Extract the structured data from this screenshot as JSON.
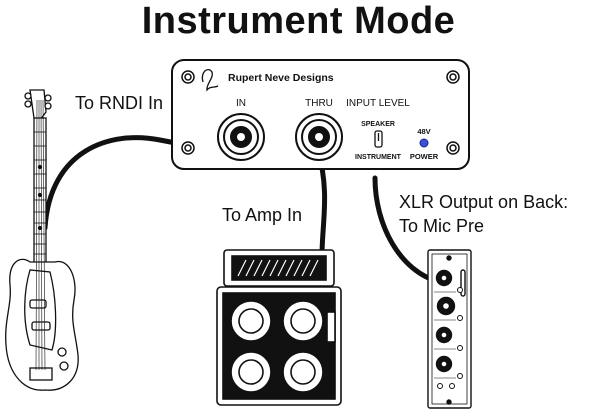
{
  "title": "Instrument Mode",
  "labels": {
    "to_rndi_in": "To RNDI In",
    "to_amp_in": "To Amp In",
    "xlr_output_line1": "XLR Output on Back:",
    "xlr_output_line2": "To Mic Pre"
  },
  "device": {
    "brand": "Rupert Neve Designs",
    "jack_in": "IN",
    "jack_thru": "THRU",
    "input_level": "INPUT LEVEL",
    "switch_top": "SPEAKER",
    "switch_bottom": "INSTRUMENT",
    "phantom": "48V",
    "power": "POWER"
  },
  "colors": {
    "line": "#111111",
    "led": "#3b4fd8",
    "background": "#ffffff"
  }
}
